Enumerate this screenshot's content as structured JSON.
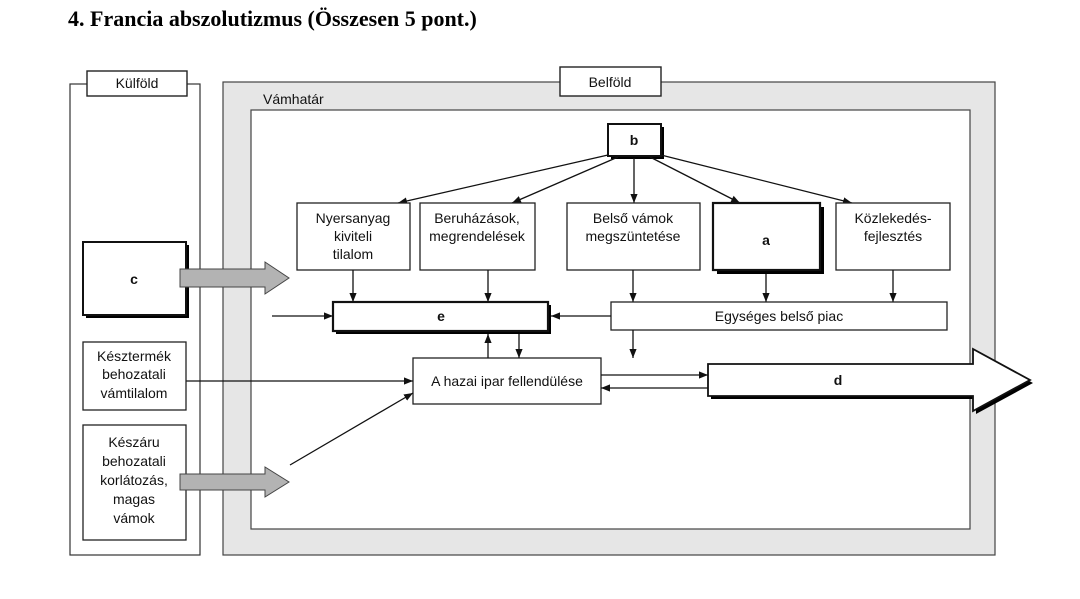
{
  "title": "4. Francia abszolutizmus (Összesen 5 pont.)",
  "regions": {
    "foreign": "Külföld",
    "domestic": "Belföld",
    "customs_border": "Vámhatár"
  },
  "placeholders": {
    "a": "a",
    "b": "b",
    "c": "c",
    "d": "d",
    "e": "e"
  },
  "boxes": {
    "raw_material": [
      "Nyersanyag",
      "kiviteli",
      "tilalom"
    ],
    "investments": [
      "Beruházások,",
      "megrendelések"
    ],
    "internal_tariffs": [
      "Belső vámok",
      "megszüntetése"
    ],
    "transport": [
      "Közlekedés-",
      "fejlesztés"
    ],
    "single_market": "Egységes belső piac",
    "domestic_industry": "A hazai ipar fellendülése",
    "finished_goods_ban": [
      "Késztermék",
      "behozatali",
      "vámtilalom"
    ],
    "goods_restriction": [
      "Készáru",
      "behozatali",
      "korlátozás,",
      "magas",
      "vámok"
    ]
  },
  "colors": {
    "frame_gray": "#e6e6e6",
    "arrow_gray": "#b3b3b3",
    "stroke": "#1a1a1a"
  }
}
